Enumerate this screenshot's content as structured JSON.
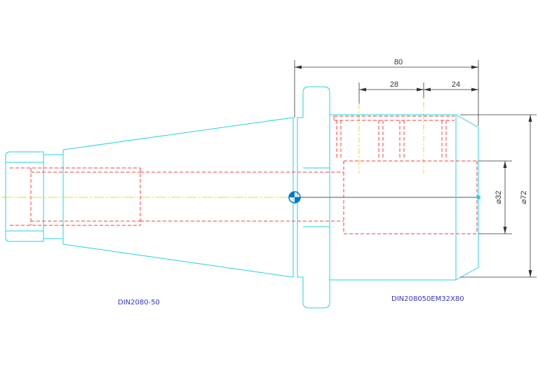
{
  "dimensions": {
    "overall_length": "80",
    "length_a": "28",
    "length_b": "24",
    "diameter_inner": "⌀32",
    "diameter_outer": "⌀72"
  },
  "labels": {
    "left_part": "DIN2080-50",
    "right_part": "DIN208050EM32X80"
  },
  "colors": {
    "outline": "#22d3e0",
    "hidden": "#ff3b3b",
    "centerline": "#e8e000",
    "dimension": "#333333",
    "label": "#3333cc"
  }
}
